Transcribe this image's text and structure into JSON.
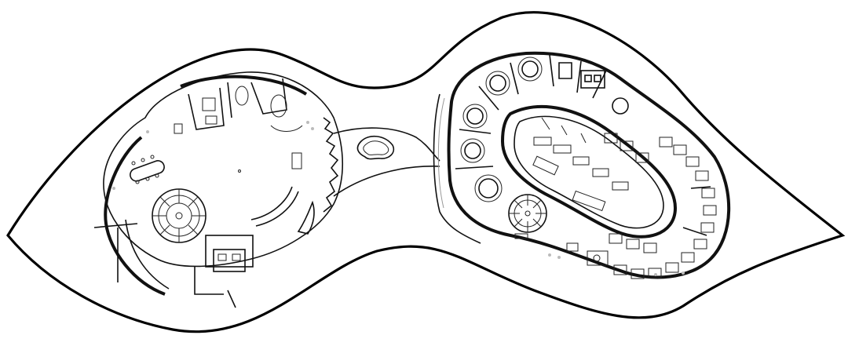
{
  "drawing": {
    "type": "architectural floor plan",
    "colors": {
      "line": "#111111",
      "background": "#ffffff",
      "detail": "#999999"
    },
    "elements": [
      "outer-site-boundary",
      "left-pod",
      "right-pod",
      "connecting-bridge",
      "pond",
      "spiral-staircase-left",
      "spiral-staircase-right",
      "round-dining-tables",
      "booth-seating",
      "kitchen-core"
    ]
  }
}
